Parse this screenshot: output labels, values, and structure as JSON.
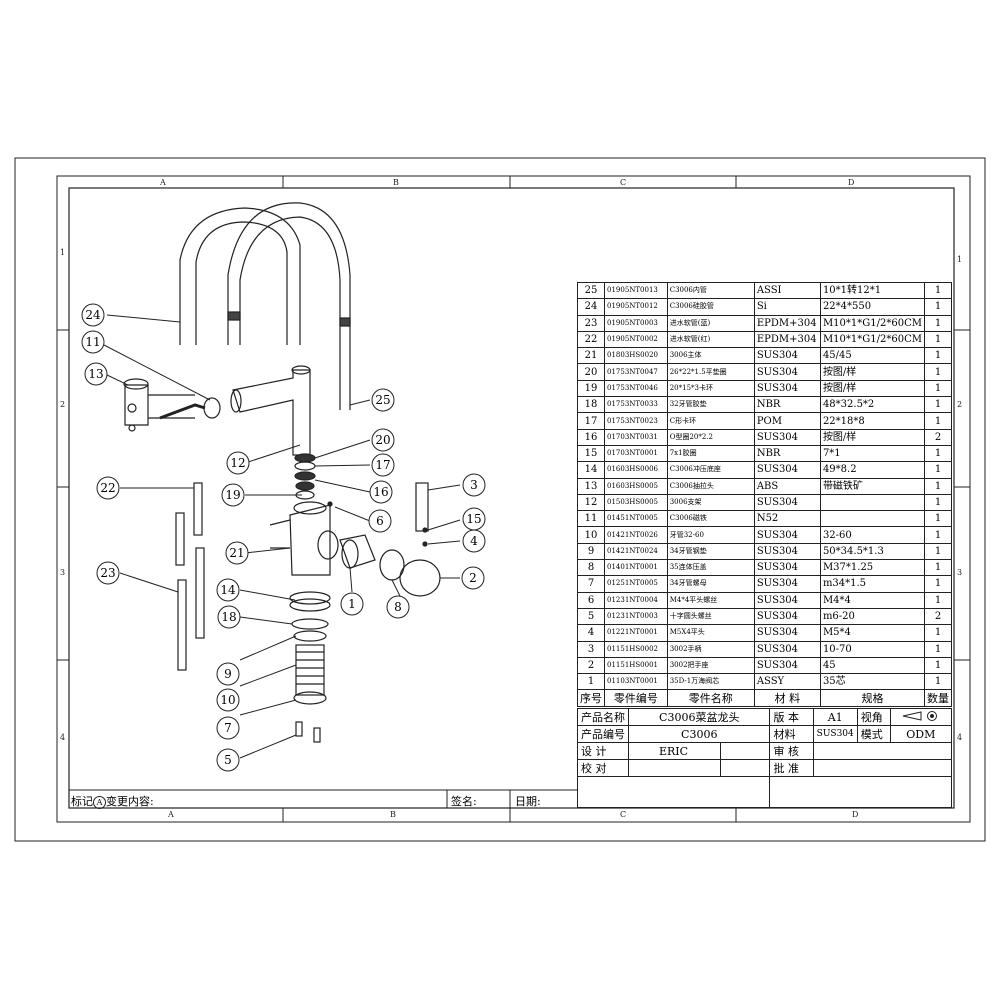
{
  "zones": {
    "cols": [
      "A",
      "B",
      "C",
      "D"
    ],
    "rows": [
      "1",
      "2",
      "3",
      "4"
    ]
  },
  "bom": [
    {
      "no": "25",
      "code": "01905NT0013",
      "name": "C3006内管",
      "mat": "ASSI",
      "spec": "10*1转12*1",
      "qty": "1"
    },
    {
      "no": "24",
      "code": "01905NT0012",
      "name": "C3006硅胶管",
      "mat": "Si",
      "spec": "22*4*550",
      "qty": "1"
    },
    {
      "no": "23",
      "code": "01905NT0003",
      "name": "进水软管(蓝)",
      "mat": "EPDM+304",
      "spec": "M10*1*G1/2*60CM",
      "qty": "1"
    },
    {
      "no": "22",
      "code": "01905NT0002",
      "name": "进水软管(红)",
      "mat": "EPDM+304",
      "spec": "M10*1*G1/2*60CM",
      "qty": "1"
    },
    {
      "no": "21",
      "code": "01803HS0020",
      "name": "3006主体",
      "mat": "SUS304",
      "spec": "45/45",
      "qty": "1"
    },
    {
      "no": "20",
      "code": "01753NT0047",
      "name": "26*22*1.5平垫圈",
      "mat": "SUS304",
      "spec": "按图/样",
      "qty": "1"
    },
    {
      "no": "19",
      "code": "01753NT0046",
      "name": "20*15*3卡环",
      "mat": "SUS304",
      "spec": "按图/样",
      "qty": "1"
    },
    {
      "no": "18",
      "code": "01753NT0033",
      "name": "32牙管胶垫",
      "mat": "NBR",
      "spec": "48*32.5*2",
      "qty": "1"
    },
    {
      "no": "17",
      "code": "01753NT0023",
      "name": "C形卡环",
      "mat": "POM",
      "spec": "22*18*8",
      "qty": "1"
    },
    {
      "no": "16",
      "code": "01703NT0031",
      "name": "O型圈20*2.2",
      "mat": "SUS304",
      "spec": "按图/样",
      "qty": "2"
    },
    {
      "no": "15",
      "code": "01703NT0001",
      "name": "7x1胶圈",
      "mat": "NBR",
      "spec": "7*1",
      "qty": "1"
    },
    {
      "no": "14",
      "code": "01603HS0006",
      "name": "C3006冲压底座",
      "mat": "SUS304",
      "spec": "49*8.2",
      "qty": "1"
    },
    {
      "no": "13",
      "code": "01603HS0005",
      "name": "C3006抽拉头",
      "mat": "ABS",
      "spec": "带磁铁矿",
      "qty": "1"
    },
    {
      "no": "12",
      "code": "01503HS0005",
      "name": "3006支架",
      "mat": "SUS304",
      "spec": "",
      "qty": "1"
    },
    {
      "no": "11",
      "code": "01451NT0005",
      "name": "C3006磁铁",
      "mat": "N52",
      "spec": "",
      "qty": "1"
    },
    {
      "no": "10",
      "code": "01421NT0026",
      "name": "牙管32-60",
      "mat": "SUS304",
      "spec": "32-60",
      "qty": "1"
    },
    {
      "no": "9",
      "code": "01421NT0024",
      "name": "34牙管钢垫",
      "mat": "SUS304",
      "spec": "50*34.5*1.3",
      "qty": "1"
    },
    {
      "no": "8",
      "code": "01401NT0001",
      "name": "35连体压盖",
      "mat": "SUS304",
      "spec": "M37*1.25",
      "qty": "1"
    },
    {
      "no": "7",
      "code": "01251NT0005",
      "name": "34牙管螺母",
      "mat": "SUS304",
      "spec": "m34*1.5",
      "qty": "1"
    },
    {
      "no": "6",
      "code": "01231NT0004",
      "name": "M4*4平头螺丝",
      "mat": "SUS304",
      "spec": "M4*4",
      "qty": "1"
    },
    {
      "no": "5",
      "code": "01231NT0003",
      "name": "十字圆头螺丝",
      "mat": "SUS304",
      "spec": "m6-20",
      "qty": "2"
    },
    {
      "no": "4",
      "code": "01221NT0001",
      "name": "M5X4平头",
      "mat": "SUS304",
      "spec": "M5*4",
      "qty": "1"
    },
    {
      "no": "3",
      "code": "01151HS0002",
      "name": "3002手柄",
      "mat": "SUS304",
      "spec": "10-70",
      "qty": "1"
    },
    {
      "no": "2",
      "code": "01151HS0001",
      "name": "3002把手座",
      "mat": "SUS304",
      "spec": "45",
      "qty": "1"
    },
    {
      "no": "1",
      "code": "01103NT0001",
      "name": "35D-1万海阀芯",
      "mat": "ASSY",
      "spec": "35芯",
      "qty": "1"
    }
  ],
  "bom_header": {
    "no": "序号",
    "code": "零件编号",
    "name": "零件名称",
    "mat": "材 料",
    "spec": "规格",
    "qty": "数量"
  },
  "title_block": {
    "product_name_label": "产品名称",
    "product_name": "C3006菜盆龙头",
    "version_label": "版 本",
    "version": "A1",
    "view_label": "视角",
    "product_code_label": "产品编号",
    "product_code": "C3006",
    "material_label": "材料",
    "material": "SUS304",
    "mode_label": "模式",
    "mode": "ODM",
    "design_label": "设 计",
    "designer": "ERIC",
    "review_label": "审 核",
    "check_label": "校 对",
    "approve_label": "批 准"
  },
  "footer": {
    "mark_label": "标记",
    "mark_symbol": "A",
    "change_label": "变更内容:",
    "sign_label": "签名:",
    "date_label": "日期:"
  },
  "callouts": [
    "24",
    "11",
    "13",
    "25",
    "20",
    "17",
    "12",
    "16",
    "19",
    "22",
    "21",
    "3",
    "6",
    "15",
    "4",
    "23",
    "14",
    "1",
    "2",
    "18",
    "8",
    "9",
    "10",
    "7",
    "5"
  ]
}
